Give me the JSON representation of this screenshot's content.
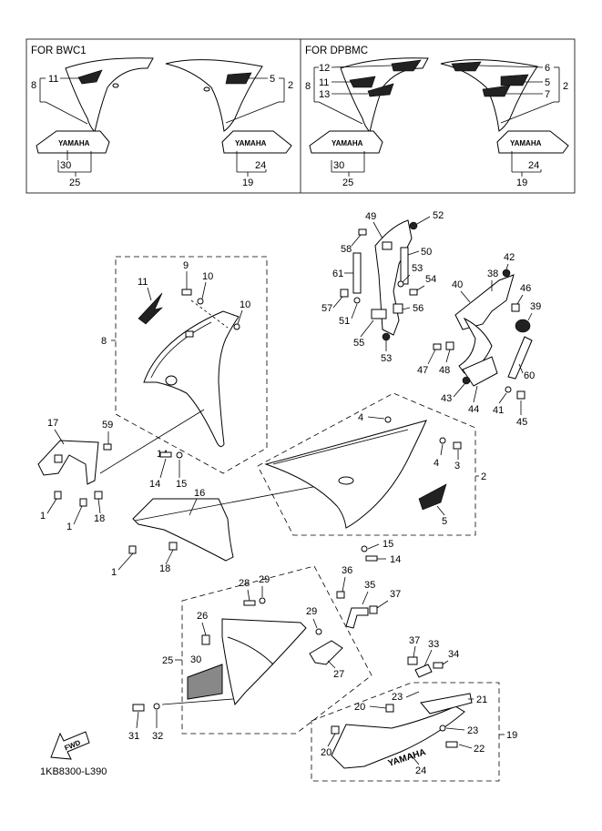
{
  "variants": {
    "left": {
      "title": "FOR BWC1"
    },
    "right": {
      "title": "FOR DPBMC"
    }
  },
  "brand": {
    "text": "YAMAHA"
  },
  "fwd": {
    "text": "FWD"
  },
  "diagram_code": "1KB8300-L390",
  "labels": {
    "n1": "1",
    "n2": "2",
    "n3": "3",
    "n4": "4",
    "n5": "5",
    "n6": "6",
    "n7": "7",
    "n8": "8",
    "n9": "9",
    "n10": "10",
    "n11": "11",
    "n12": "12",
    "n13": "13",
    "n14": "14",
    "n15": "15",
    "n16": "16",
    "n17": "17",
    "n18": "18",
    "n19": "19",
    "n20": "20",
    "n21": "21",
    "n22": "22",
    "n23": "23",
    "n24": "24",
    "n25": "25",
    "n26": "26",
    "n27": "27",
    "n28": "28",
    "n29": "29",
    "n30": "30",
    "n31": "31",
    "n32": "32",
    "n33": "33",
    "n34": "34",
    "n35": "35",
    "n36": "36",
    "n37": "37",
    "n38": "38",
    "n39": "39",
    "n40": "40",
    "n41": "41",
    "n42": "42",
    "n43": "43",
    "n44": "44",
    "n45": "45",
    "n46": "46",
    "n47": "47",
    "n48": "48",
    "n49": "49",
    "n50": "50",
    "n51": "51",
    "n52": "52",
    "n53": "53",
    "n54": "54",
    "n55": "55",
    "n56": "56",
    "n57": "57",
    "n58": "58",
    "n59": "59",
    "n60": "60",
    "n61": "61"
  }
}
